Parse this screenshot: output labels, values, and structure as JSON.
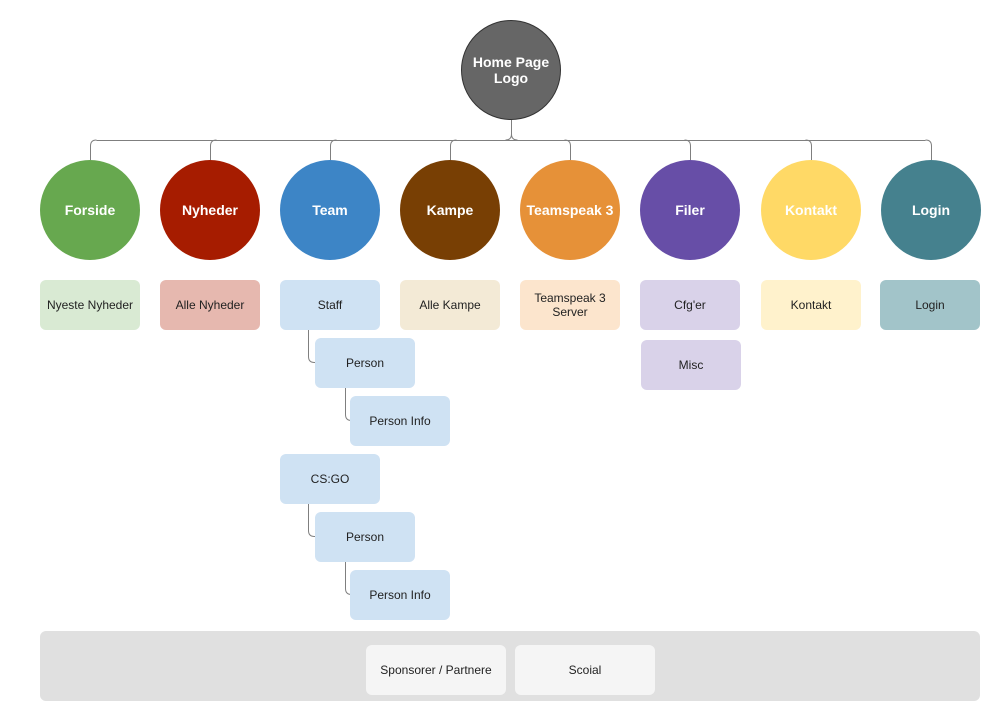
{
  "root": {
    "label": "Home Page Logo",
    "color": "#666666"
  },
  "sections": [
    {
      "label": "Forside",
      "color": "#67a84f",
      "children": [
        "Nyeste Nyheder"
      ],
      "child_color": "#d9ead3"
    },
    {
      "label": "Nyheder",
      "color": "#a61c00",
      "children": [
        "Alle Nyheder"
      ],
      "child_color": "#e6b8af"
    },
    {
      "label": "Team",
      "color": "#3d85c6",
      "children": [
        "Staff",
        "Person",
        "Person Info",
        "CS:GO",
        "Person",
        "Person Info"
      ],
      "child_color": "#cfe2f3"
    },
    {
      "label": "Kampe",
      "color": "#783f04",
      "children": [
        "Alle Kampe"
      ],
      "child_color": "#f3ead6"
    },
    {
      "label": "Teamspeak 3",
      "color": "#e69138",
      "children": [
        "Teamspeak 3 Server"
      ],
      "child_color": "#fce5cd"
    },
    {
      "label": "Filer",
      "color": "#674ea7",
      "children": [
        "Cfg'er",
        "Misc"
      ],
      "child_color": "#d9d2e9"
    },
    {
      "label": "Kontakt",
      "color": "#ffd966",
      "children": [
        "Kontakt"
      ],
      "child_color": "#fff2cc"
    },
    {
      "label": "Login",
      "color": "#45818e",
      "children": [
        "Login"
      ],
      "child_color": "#a2c4c9"
    }
  ],
  "footer": {
    "items": [
      "Sponsorer / Partnere",
      "Scoial"
    ],
    "bar_color": "#e0e0e0",
    "item_color": "#f5f5f5"
  },
  "connector_color": "#7f7f7f"
}
